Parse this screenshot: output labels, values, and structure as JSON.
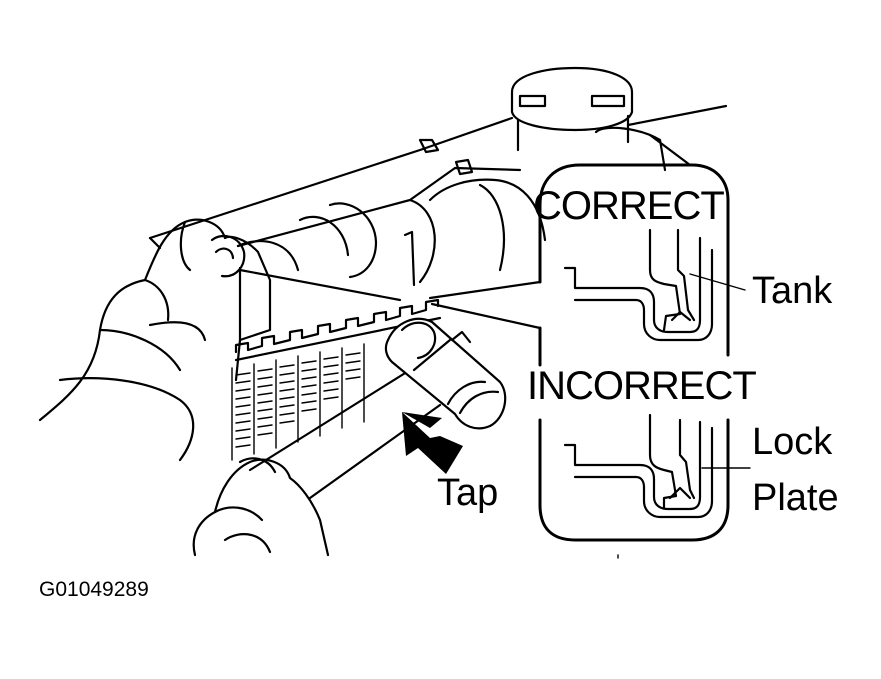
{
  "labels": {
    "correct": "CORRECT",
    "incorrect": "INCORRECT",
    "tank": "Tank",
    "lock": "Lock",
    "plate": "Plate",
    "tap": "Tap",
    "figure_code": "G01049289"
  },
  "colors": {
    "ink": "#000000",
    "paper": "#ffffff"
  }
}
